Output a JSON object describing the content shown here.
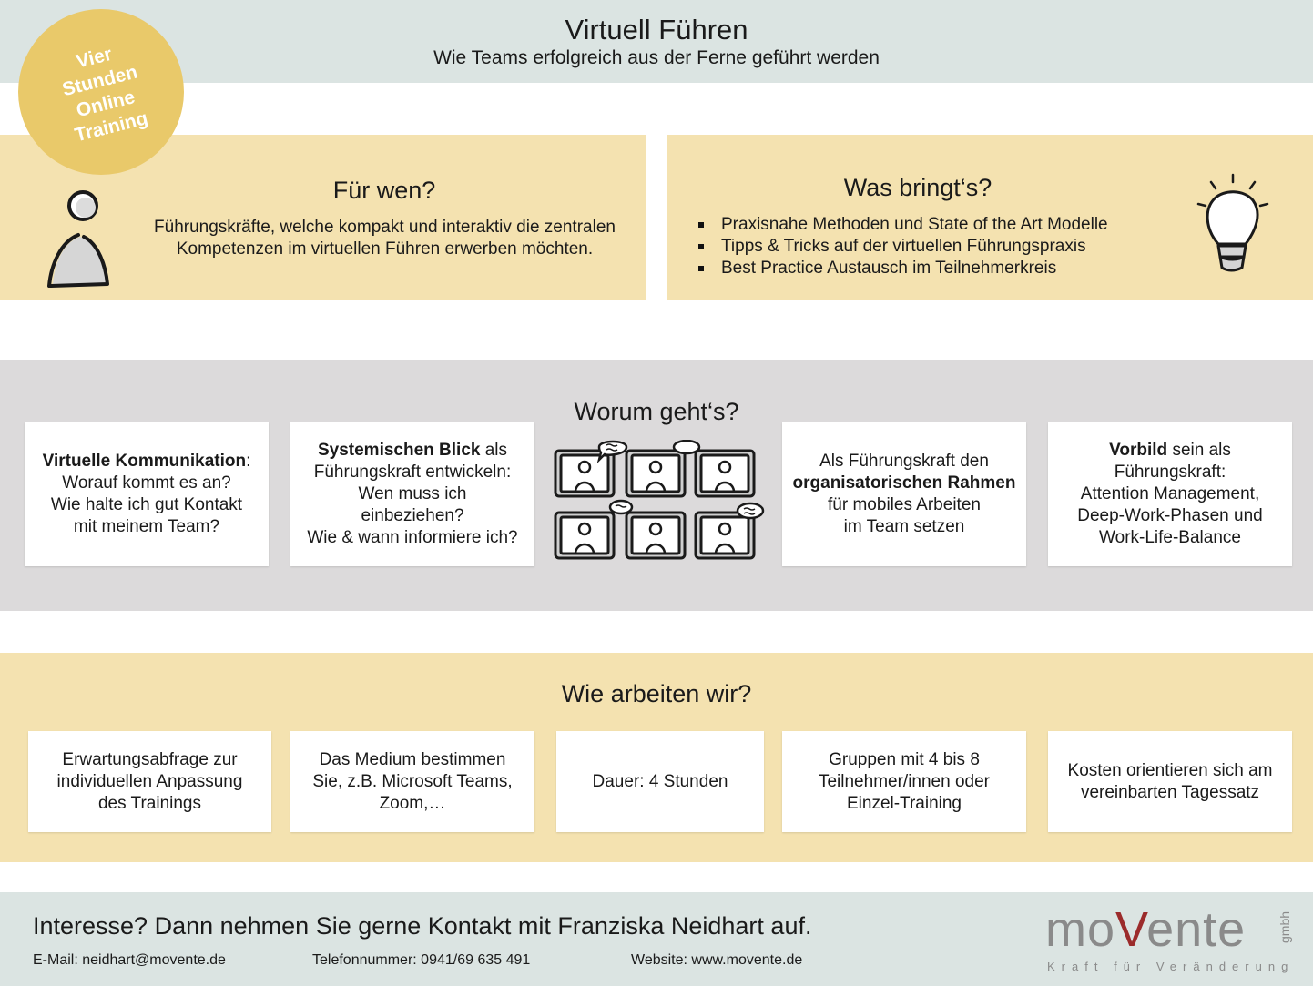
{
  "header": {
    "title": "Virtuell Führen",
    "subtitle": "Wie Teams erfolgreich aus der Ferne geführt werden"
  },
  "badge": {
    "lines": [
      "Vier",
      "Stunden",
      "Online",
      "Training"
    ],
    "color": "#e9c96a"
  },
  "audience": {
    "heading": "Für wen?",
    "line1": "Führungskräfte, welche kompakt und interaktiv die zentralen",
    "line2": "Kompetenzen im virtuellen Führen erwerben möchten.",
    "icon": "person-icon"
  },
  "benefits": {
    "heading": "Was bringt‘s?",
    "items": [
      "Praxisnahe Methoden und State of the Art Modelle",
      "Tipps & Tricks auf der virtuellen Führungspraxis",
      "Best Practice Austausch im Teilnehmerkreis"
    ],
    "icon": "lightbulb-icon"
  },
  "topics": {
    "heading": "Worum geht‘s?",
    "card1": {
      "bold": "Virtuelle Kommunikation",
      "after_bold": ":",
      "line2": "Worauf kommt es an?",
      "line3": "Wie halte ich gut Kontakt",
      "line4": "mit meinem Team?"
    },
    "card2": {
      "bold": "Systemischen Blick",
      "after_bold": " als",
      "line2": "Führungskraft entwickeln:",
      "line3": "Wen muss ich",
      "line4": "einbeziehen?",
      "line5": "Wie & wann informiere ich?"
    },
    "card3": {
      "line1": "Als Führungskraft den",
      "bold": "organisatorischen Rahmen",
      "line3": "für mobiles Arbeiten",
      "line4": "im Team setzen"
    },
    "card4": {
      "bold": "Vorbild",
      "after_bold": " sein als",
      "line2": "Führungskraft:",
      "line3": "Attention Management,",
      "line4": "Deep-Work-Phasen und",
      "line5": "Work-Life-Balance"
    },
    "icon": "video-conference-icon"
  },
  "method": {
    "heading": "Wie arbeiten wir?",
    "card1": {
      "line1": "Erwartungsabfrage zur",
      "line2": "individuellen Anpassung",
      "line3": "des Trainings"
    },
    "card2": {
      "line1": "Das Medium bestimmen",
      "line2": "Sie, z.B. Microsoft Teams,",
      "line3": "Zoom,…"
    },
    "card3": {
      "line1": "Dauer: 4 Stunden"
    },
    "card4": {
      "line1": "Gruppen mit 4 bis 8",
      "line2": "Teilnehmer/innen oder",
      "line3": "Einzel-Training"
    },
    "card5": {
      "line1": "Kosten orientieren sich am",
      "line2": "vereinbarten Tagessatz"
    }
  },
  "footer": {
    "contact": "Interesse? Dann nehmen Sie gerne Kontakt mit Franziska Neidhart auf.",
    "email": "E-Mail: neidhart@movente.de",
    "phone": "Telefonnummer: 0941/69 635 491",
    "website": "Website: www.movente.de"
  },
  "logo": {
    "brand_a": "mo",
    "brand_v": "V",
    "brand_b": "ente",
    "gmbh": "gmbh",
    "tagline": "Kraft für Veränderung",
    "accent": "#9b2b2b"
  },
  "colors": {
    "header_bg": "#dbe4e2",
    "yellow_bg": "#f4e2b0",
    "grey_bg": "#dcdadb"
  }
}
